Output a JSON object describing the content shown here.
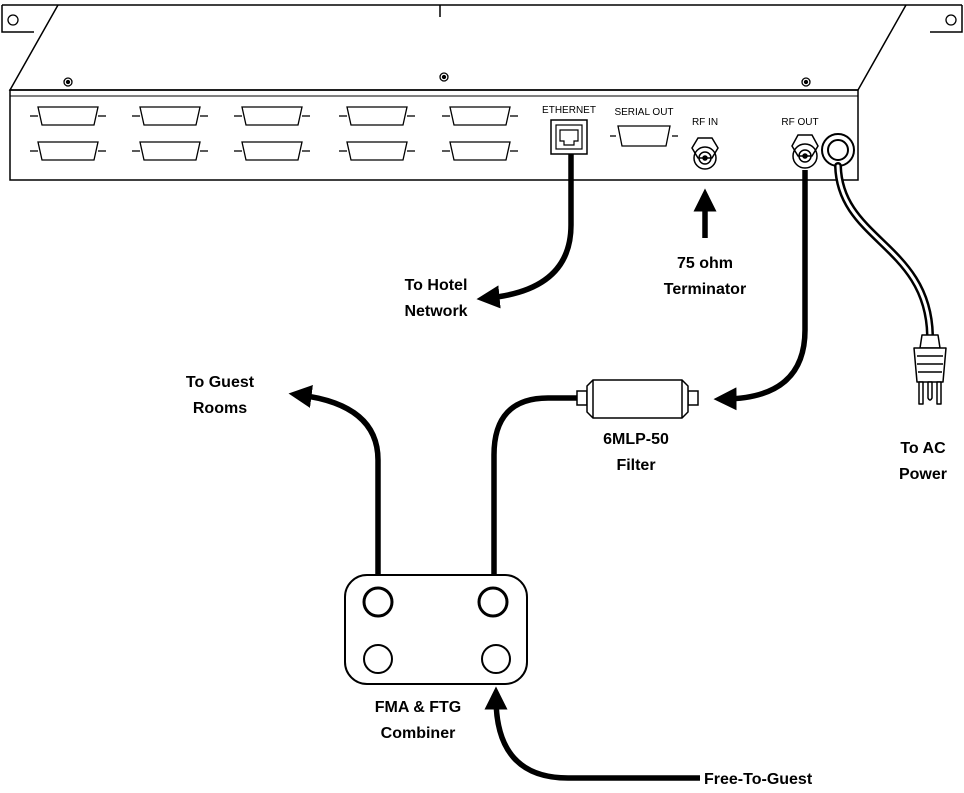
{
  "panel_labels": {
    "ethernet": "ETHERNET",
    "serial_out": "SERIAL OUT",
    "rf_in": "RF IN",
    "rf_out": "RF OUT"
  },
  "callouts": {
    "hotel_network": [
      "To Hotel",
      "Network"
    ],
    "terminator": [
      "75 ohm",
      "Terminator"
    ],
    "guest_rooms": [
      "To Guest",
      "Rooms"
    ],
    "filter": [
      "6MLP-50",
      "Filter"
    ],
    "ac_power": [
      "To AC",
      "Power"
    ],
    "combiner": [
      "FMA & FTG",
      "Combiner"
    ],
    "free_to_guest": "Free-To-Guest"
  },
  "colors": {
    "line": "#000000",
    "background": "#ffffff"
  }
}
